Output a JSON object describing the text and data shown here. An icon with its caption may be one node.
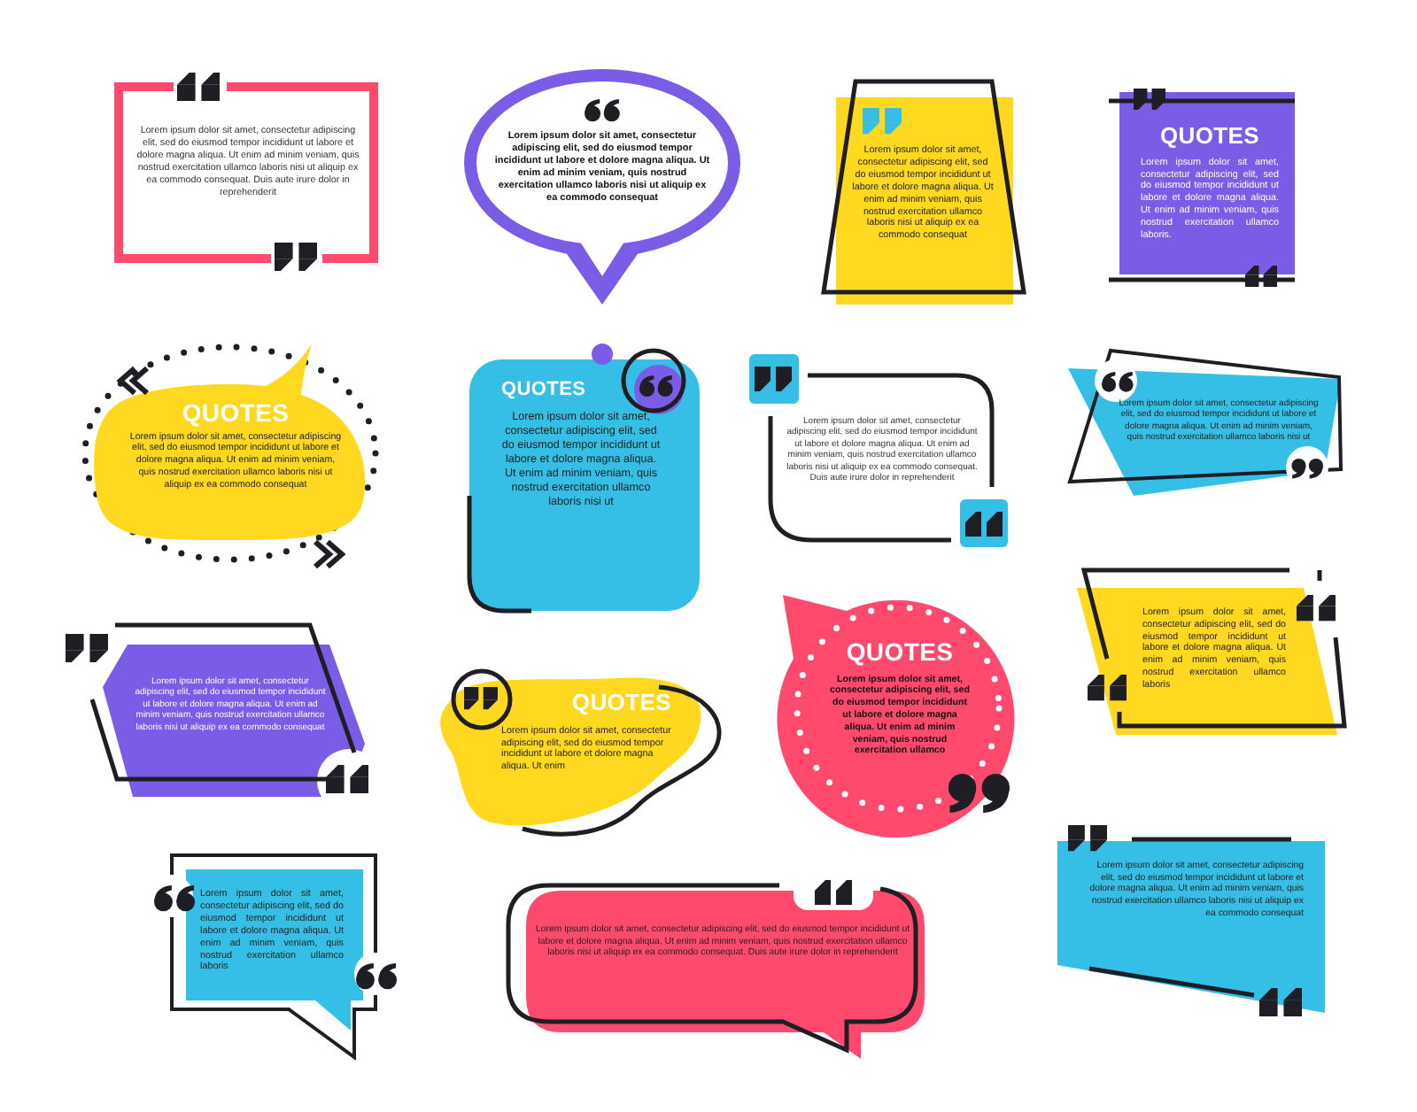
{
  "diagram": {
    "nodes": [
      {
        "text": [
          "Lorem ipsum dolor sit amet, consectetur adipiscing elit, sed do eiusmod tempor incididunt ut labore et dolore magna aliqua. Ut enim ad minim veniam, quis nostrud exercitation ullamco laboris nisi ut aliquip ex ea commodo consequat. Duis aute irure dolor in reprehenderit"
        ]
      },
      {
        "text": [
          "Lorem ipsum dolor sit amet, consectetur adipiscing elit, sed do eiusmod tempor incididunt ut labore et dolore magna aliqua. Ut enim ad minim veniam, quis nostrud exercitation ullamco laboris nisi ut aliquip ex ea commodo consequat"
        ]
      },
      {
        "text": [
          "Lorem ipsum dolor sit amet, consectetur adipiscing elit, sed do eiusmod tempor incididunt ut labore et dolore magna aliqua. Ut enim ad minim veniam, quis nostrud exercitation ullamco laboris nisi ut aliquip ex ea commodo consequat"
        ]
      },
      {
        "text": [
          "QUOTES",
          "Lorem ipsum dolor sit amet, consectetur adipiscing elit, sed do eiusmod tempor incididunt ut labore et dolore magna aliqua. Ut enim ad minim veniam, quis nostrud exercitation ullamco laboris."
        ]
      },
      {
        "text": [
          "QUOTES",
          "Lorem ipsum dolor sit amet, consectetur adipiscing elit, sed do eiusmod tempor incididunt ut labore et dolore magna aliqua. Ut enim ad minim veniam, quis nostrud exercitation ullamco laboris nisi ut aliquip ex ea commodo consequat"
        ]
      },
      {
        "text": [
          "QUOTES",
          "Lorem ipsum dolor sit amet, consectetur adipiscing elit, sed do eiusmod tempor incididunt ut labore et dolore magna aliqua. Ut enim ad minim veniam, quis nostrud exercitation ullamco laboris nisi ut"
        ]
      },
      {
        "text": [
          "Lorem ipsum dolor sit amet, consectetur adipiscing elit, sed do eiusmod tempor incididunt ut labore et dolore magna aliqua. Ut enim ad minim veniam, quis nostrud exercitation ullamco laboris nisi ut aliquip ex ea commodo consequat. Duis aute irure dolor in reprehenderit"
        ]
      },
      {
        "text": [
          "Lorem ipsum dolor sit amet, consectetur adipiscing elit, sed do eiusmod tempor incididunt ut labore et dolore magna aliqua. Ut enim ad minim veniam, quis nostrud exercitation ullamco laboris nisi ut"
        ]
      },
      {
        "text": [
          "Lorem ipsum dolor sit amet, consectetur adipiscing elit, sed do eiusmod tempor incididunt ut labore et dolore magna aliqua. Ut enim ad minim veniam, quis nostrud exercitation ullamco laboris nisi ut aliquip ex ea commodo consequat"
        ]
      },
      {
        "text": [
          "QUOTES",
          "Lorem ipsum dolor sit amet, consectetur adipiscing elit, sed do eiusmod tempor incididunt ut labore et dolore magna aliqua. Ut enim"
        ]
      },
      {
        "text": [
          "QUOTES",
          "Lorem ipsum dolor sit amet, consectetur adipiscing elit, sed do eiusmod tempor incididunt ut labore et dolore magna aliqua. Ut enim ad minim veniam, quis nostrud exercitation ullamco"
        ]
      },
      {
        "text": [
          "Lorem ipsum dolor sit amet, consectetur adipiscing elit, sed do eiusmod tempor incididunt ut labore et dolore magna aliqua. Ut enim ad minim veniam, quis nostrud exercitation ullamco laboris"
        ]
      },
      {
        "text": [
          "Lorem ipsum dolor sit amet, consectetur adipiscing elit, sed do eiusmod tempor incididunt ut labore et dolore magna aliqua. Ut enim ad minim veniam, quis nostrud exercitation ullamco laboris"
        ]
      },
      {
        "text": [
          "Lorem ipsum dolor sit amet, consectetur adipiscing elit, sed do eiusmod tempor incididunt ut labore et dolore magna aliqua. Ut enim ad minim veniam, quis nostrud exercitation ullamco laboris nisi ut aliquip ex ea commodo consequat. Duis aute irure dolor in reprehenderit"
        ]
      },
      {
        "text": [
          "Lorem ipsum dolor sit amet, consectetur adipiscing elit, sed do eiusmod tempor incididunt ut labore et dolore magna aliqua. Ut enim ad minim veniam, quis nostrud exercitation ullamco laboris nisi ut aliquip ex ea commodo consequat"
        ]
      }
    ]
  }
}
